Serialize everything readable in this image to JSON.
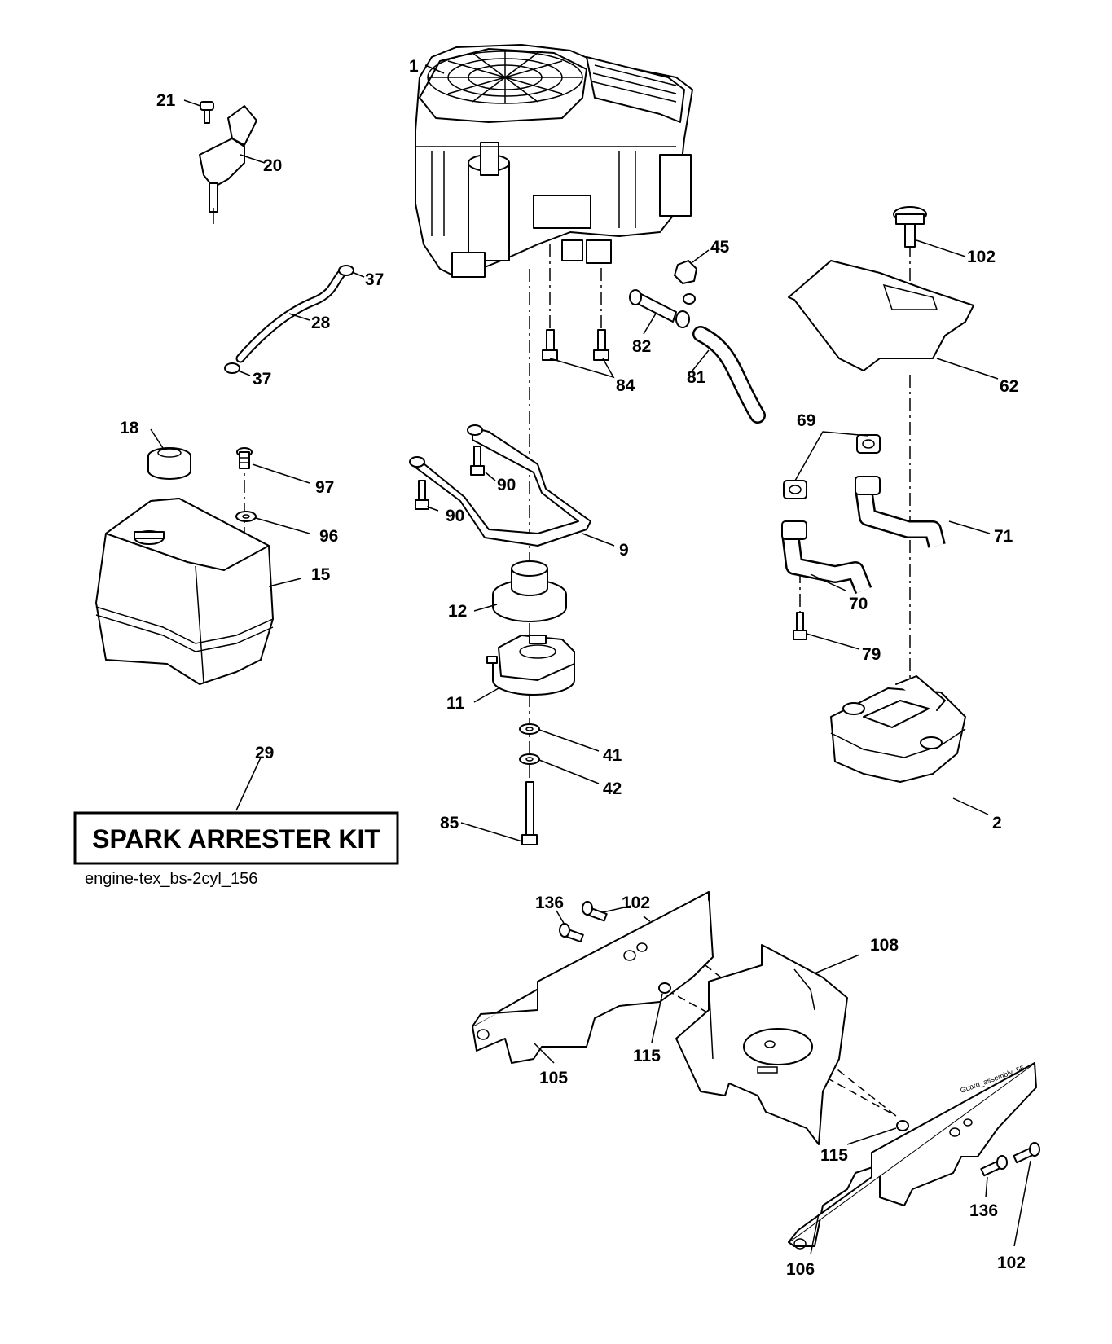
{
  "kit_label": "SPARK ARRESTER KIT",
  "caption": "engine-tex_bs-2cyl_156",
  "guard_label": "Guard_assembly_55",
  "callouts": [
    {
      "id": "c1",
      "text": "1"
    },
    {
      "id": "c21",
      "text": "21"
    },
    {
      "id": "c20",
      "text": "20"
    },
    {
      "id": "c37a",
      "text": "37"
    },
    {
      "id": "c28",
      "text": "28"
    },
    {
      "id": "c37b",
      "text": "37"
    },
    {
      "id": "c45",
      "text": "45"
    },
    {
      "id": "c82",
      "text": "82"
    },
    {
      "id": "c84",
      "text": "84"
    },
    {
      "id": "c81",
      "text": "81"
    },
    {
      "id": "c102a",
      "text": "102"
    },
    {
      "id": "c62",
      "text": "62"
    },
    {
      "id": "c18",
      "text": "18"
    },
    {
      "id": "c97",
      "text": "97"
    },
    {
      "id": "c96",
      "text": "96"
    },
    {
      "id": "c15",
      "text": "15"
    },
    {
      "id": "c90a",
      "text": "90"
    },
    {
      "id": "c90b",
      "text": "90"
    },
    {
      "id": "c9",
      "text": "9"
    },
    {
      "id": "c12",
      "text": "12"
    },
    {
      "id": "c11",
      "text": "11"
    },
    {
      "id": "c41",
      "text": "41"
    },
    {
      "id": "c42",
      "text": "42"
    },
    {
      "id": "c85",
      "text": "85"
    },
    {
      "id": "c69",
      "text": "69"
    },
    {
      "id": "c71",
      "text": "71"
    },
    {
      "id": "c70",
      "text": "70"
    },
    {
      "id": "c79",
      "text": "79"
    },
    {
      "id": "c2",
      "text": "2"
    },
    {
      "id": "c29",
      "text": "29"
    },
    {
      "id": "c136a",
      "text": "136"
    },
    {
      "id": "c102b",
      "text": "102"
    },
    {
      "id": "c108",
      "text": "108"
    },
    {
      "id": "c115a",
      "text": "115"
    },
    {
      "id": "c105",
      "text": "105"
    },
    {
      "id": "c115b",
      "text": "115"
    },
    {
      "id": "c136b",
      "text": "136"
    },
    {
      "id": "c106",
      "text": "106"
    },
    {
      "id": "c102c",
      "text": "102"
    }
  ]
}
